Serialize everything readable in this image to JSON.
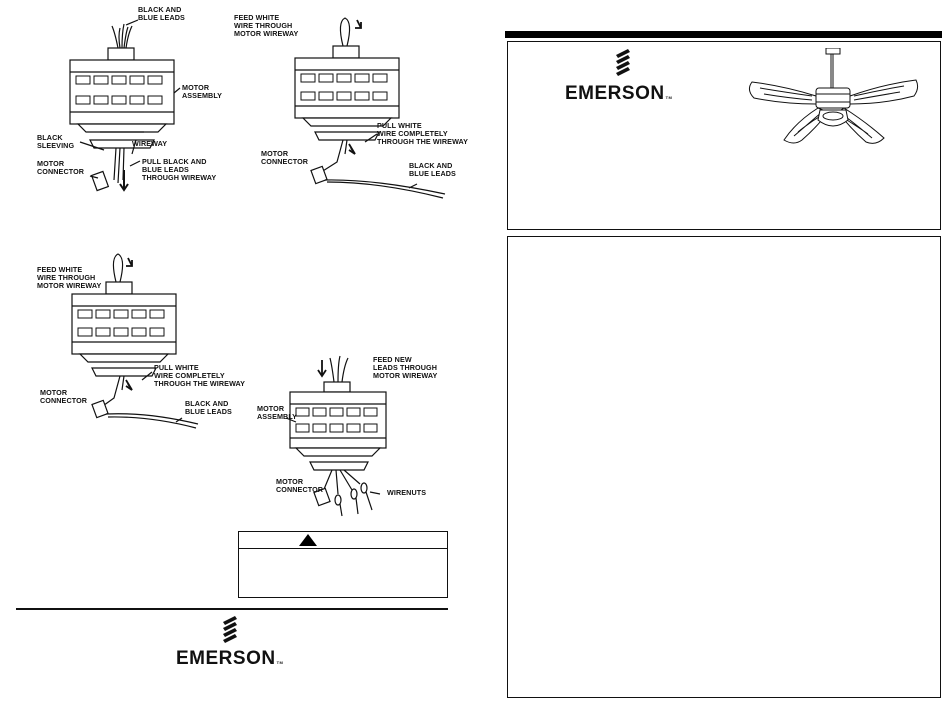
{
  "left_panel": {
    "diagram_1": {
      "black_blue_leads": "BLACK AND\nBLUE LEADS",
      "motor_assembly": "MOTOR\nASSEMBLY",
      "black_sleeving": "BLACK\nSLEEVING",
      "wireway": "WIREWAY",
      "motor_connector": "MOTOR\nCONNECTOR",
      "pull_black_blue": "PULL BLACK AND\nBLUE LEADS\nTHROUGH WIREWAY"
    },
    "diagram_2": {
      "feed_white": "FEED WHITE\nWIRE THROUGH\nMOTOR WIREWAY",
      "pull_white": "PULL WHITE\nWIRE COMPLETELY\nTHROUGH THE WIREWAY",
      "motor_connector": "MOTOR\nCONNECTOR",
      "black_blue_leads": "BLACK AND\nBLUE LEADS"
    },
    "diagram_3": {
      "feed_white": "FEED WHITE\nWIRE THROUGH\nMOTOR WIREWAY",
      "pull_white": "PULL WHITE\nWIRE COMPLETELY\nTHROUGH THE WIREWAY",
      "motor_connector": "MOTOR\nCONNECTOR",
      "black_blue_leads": "BLACK AND\nBLUE LEADS"
    },
    "diagram_4": {
      "feed_new": "FEED NEW\nLEADS THROUGH\nMOTOR WIREWAY",
      "motor_assembly": "MOTOR\nASSEMBLY",
      "motor_connector": "MOTOR\nCONNECTOR",
      "wirenuts": "WIRENUTS"
    },
    "footer_brand": "EMERSON"
  },
  "right_panel": {
    "header_brand": "EMERSON"
  },
  "colors": {
    "ink": "#111111",
    "background": "#ffffff"
  },
  "icons": {
    "warning": "warning-triangle-icon",
    "logo": "emerson-logo-icon"
  }
}
